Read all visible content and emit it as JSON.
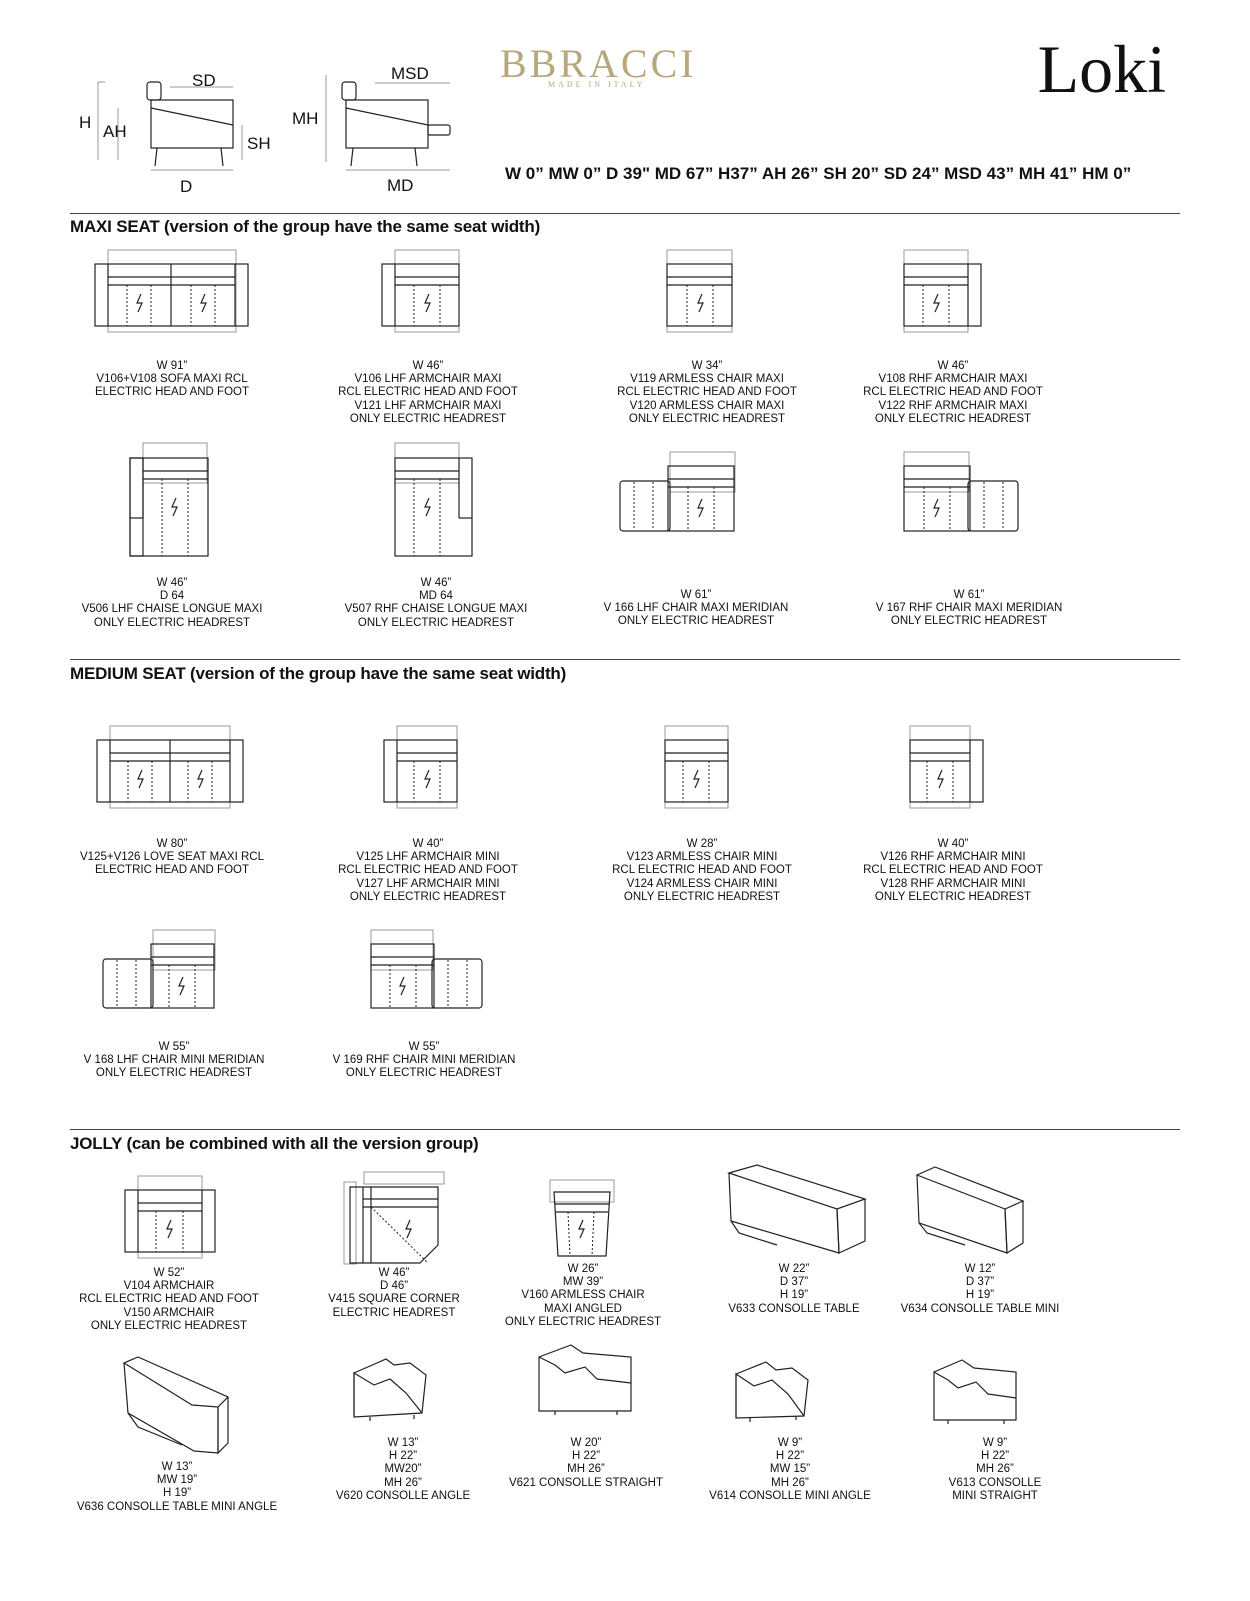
{
  "brand": {
    "name": "BBRACCI",
    "tagline": "MADE IN ITALY"
  },
  "product_title": "Loki",
  "dimension_spec": "W 0” MW 0” D 39\" MD 67” H37” AH 26” SH 20” SD 24” MSD 43” MH 41” HM 0”",
  "diagram_labels": {
    "h": "H",
    "ah": "AH",
    "sd": "SD",
    "sh": "SH",
    "d": "D",
    "msd": "MSD",
    "mh": "MH",
    "md": "MD"
  },
  "sections": {
    "maxi": "MAXI SEAT (version of the group have the same seat width)",
    "medium": "MEDIUM SEAT (version of the group have the same seat width)",
    "jolly": "JOLLY (can be combined with all the version group)"
  },
  "maxi_items": [
    [
      "W 91”",
      "V106+V108 SOFA MAXI RCL",
      "ELECTRIC HEAD AND FOOT"
    ],
    [
      "W 46”",
      "V106 LHF ARMCHAIR MAXI",
      "RCL ELECTRIC HEAD AND FOOT",
      "V121 LHF ARMCHAIR MAXI",
      "ONLY ELECTRIC HEADREST"
    ],
    [
      "W 34”",
      "V119 ARMLESS CHAIR MAXI",
      "RCL ELECTRIC HEAD AND FOOT",
      "V120 ARMLESS CHAIR MAXI",
      "ONLY ELECTRIC HEADREST"
    ],
    [
      "W 46”",
      "V108 RHF ARMCHAIR MAXI",
      "RCL ELECTRIC HEAD AND FOOT",
      "V122 RHF ARMCHAIR MAXI",
      "ONLY ELECTRIC HEADREST"
    ],
    [
      "W 46”",
      "D 64",
      "V506 LHF CHAISE LONGUE MAXI",
      "ONLY ELECTRIC HEADREST"
    ],
    [
      "W 46”",
      "MD 64",
      "V507 RHF CHAISE LONGUE MAXI",
      "ONLY ELECTRIC HEADREST"
    ],
    [
      "W 61”",
      "V 166 LHF CHAIR MAXI MERIDIAN",
      "ONLY  ELECTRIC HEADREST"
    ],
    [
      "W 61”",
      "V 167 RHF CHAIR MAXI MERIDIAN",
      "ONLY  ELECTRIC HEADREST"
    ]
  ],
  "medium_items": [
    [
      "W 80”",
      "V125+V126 LOVE SEAT MAXI RCL",
      "ELECTRIC HEAD AND FOOT"
    ],
    [
      "W 40”",
      "V125 LHF ARMCHAIR MINI",
      "RCL ELECTRIC HEAD AND FOOT",
      "V127 LHF ARMCHAIR MINI",
      "ONLY ELECTRIC HEADREST"
    ],
    [
      "W 28”",
      "V123 ARMLESS CHAIR MINI",
      "RCL ELECTRIC HEAD AND FOOT",
      "V124 ARMLESS CHAIR MINI",
      "ONLY ELECTRIC HEADREST"
    ],
    [
      "W 40”",
      "V126 RHF ARMCHAIR MINI",
      "RCL ELECTRIC HEAD AND FOOT",
      "V128 RHF ARMCHAIR MINI",
      "ONLY ELECTRIC HEADREST"
    ],
    [
      "W 55”",
      "V 168 LHF CHAIR MINI MERIDIAN",
      "ONLY  ELECTRIC HEADREST"
    ],
    [
      "W 55”",
      "V 169 RHF CHAIR MINI MERIDIAN",
      "ONLY  ELECTRIC HEADREST"
    ]
  ],
  "jolly_items": [
    [
      "W 52”",
      "V104 ARMCHAIR",
      "RCL ELECTRIC HEAD AND FOOT",
      "V150 ARMCHAIR",
      "ONLY ELECTRIC HEADREST"
    ],
    [
      "W 46”",
      "D 46”",
      "V415 SQUARE CORNER",
      "ELECTRIC HEADREST"
    ],
    [
      "W 26”",
      "MW 39”",
      "V160 ARMLESS CHAIR",
      "MAXI ANGLED",
      "ONLY ELECTRIC HEADREST"
    ],
    [
      "W 22”",
      "D 37”",
      "H 19”",
      "V633 CONSOLLE TABLE"
    ],
    [
      "W 12”",
      "D 37”",
      "H 19”",
      "V634 CONSOLLE TABLE MINI"
    ],
    [
      "W 13”",
      "MW 19”",
      "H 19”",
      "V636 CONSOLLE TABLE MINI ANGLE"
    ],
    [
      "W 13”",
      "H 22”",
      "MW20”",
      "MH 26”",
      "V620 CONSOLLE ANGLE"
    ],
    [
      "W 20”",
      "H 22”",
      "MH 26”",
      "V621 CONSOLLE STRAIGHT"
    ],
    [
      "W 9”",
      "H 22”",
      "MW 15”",
      "MH 26”",
      "V614 CONSOLLE MINI ANGLE"
    ],
    [
      "W 9”",
      "H 22”",
      "MH 26”",
      "V613 CONSOLLE",
      "MINI STRAIGHT"
    ]
  ]
}
